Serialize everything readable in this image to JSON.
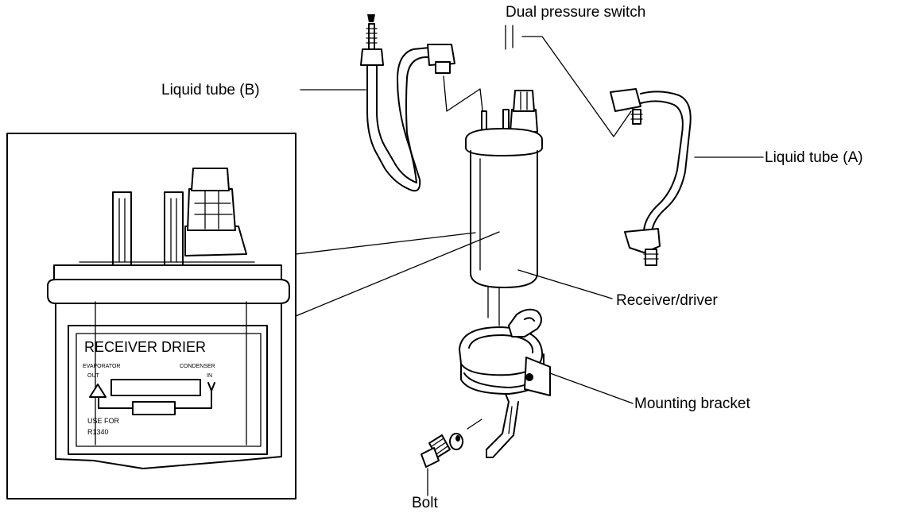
{
  "callouts": {
    "dual_pressure_switch": "Dual pressure switch",
    "liquid_tube_b": "Liquid tube (B)",
    "liquid_tube_a": "Liquid tube (A)",
    "receiver_driver": "Receiver/driver",
    "mounting_bracket": "Mounting bracket",
    "bolt": "Bolt"
  },
  "plate": {
    "title": "RECEIVER DRIER",
    "evaporator": "EVAPORATOR",
    "condenser": "CONDENSER",
    "out": "OUT",
    "in": "IN",
    "use_for": "USE FOR",
    "refrigerant": "R1340"
  }
}
